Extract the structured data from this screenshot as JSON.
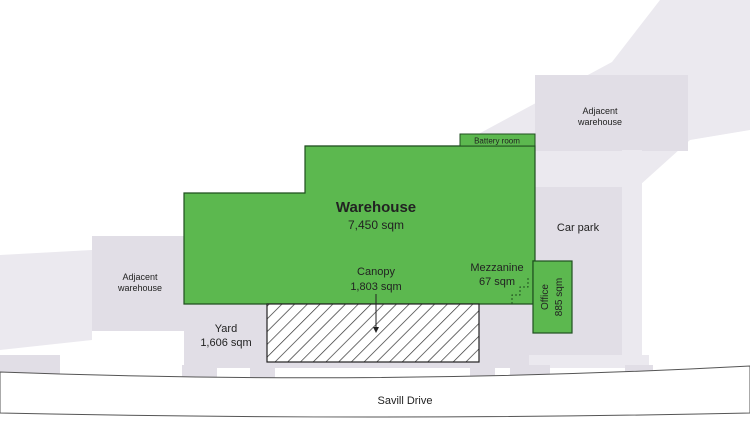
{
  "colors": {
    "background": "#ffffff",
    "site_light": "#ebe9ef",
    "site_dark": "#e1dee6",
    "warehouse_green": "#5cb84f",
    "outline_dark": "#1f4f1f",
    "text": "#222222",
    "hatch": "#333333",
    "road_line": "#555555"
  },
  "warehouse": {
    "title": "Warehouse",
    "area": "7,450 sqm"
  },
  "battery_room": {
    "label": "Battery room"
  },
  "canopy": {
    "title": "Canopy",
    "area": "1,803 sqm"
  },
  "yard": {
    "title": "Yard",
    "area": "1,606 sqm"
  },
  "mezzanine": {
    "title": "Mezzanine",
    "area": "67 sqm"
  },
  "office": {
    "title": "Office",
    "area": "885 sqm"
  },
  "car_park": {
    "label": "Car park"
  },
  "adjacent_left": {
    "line1": "Adjacent",
    "line2": "warehouse"
  },
  "adjacent_right": {
    "line1": "Adjacent",
    "line2": "warehouse"
  },
  "road": {
    "name": "Savill Drive"
  }
}
